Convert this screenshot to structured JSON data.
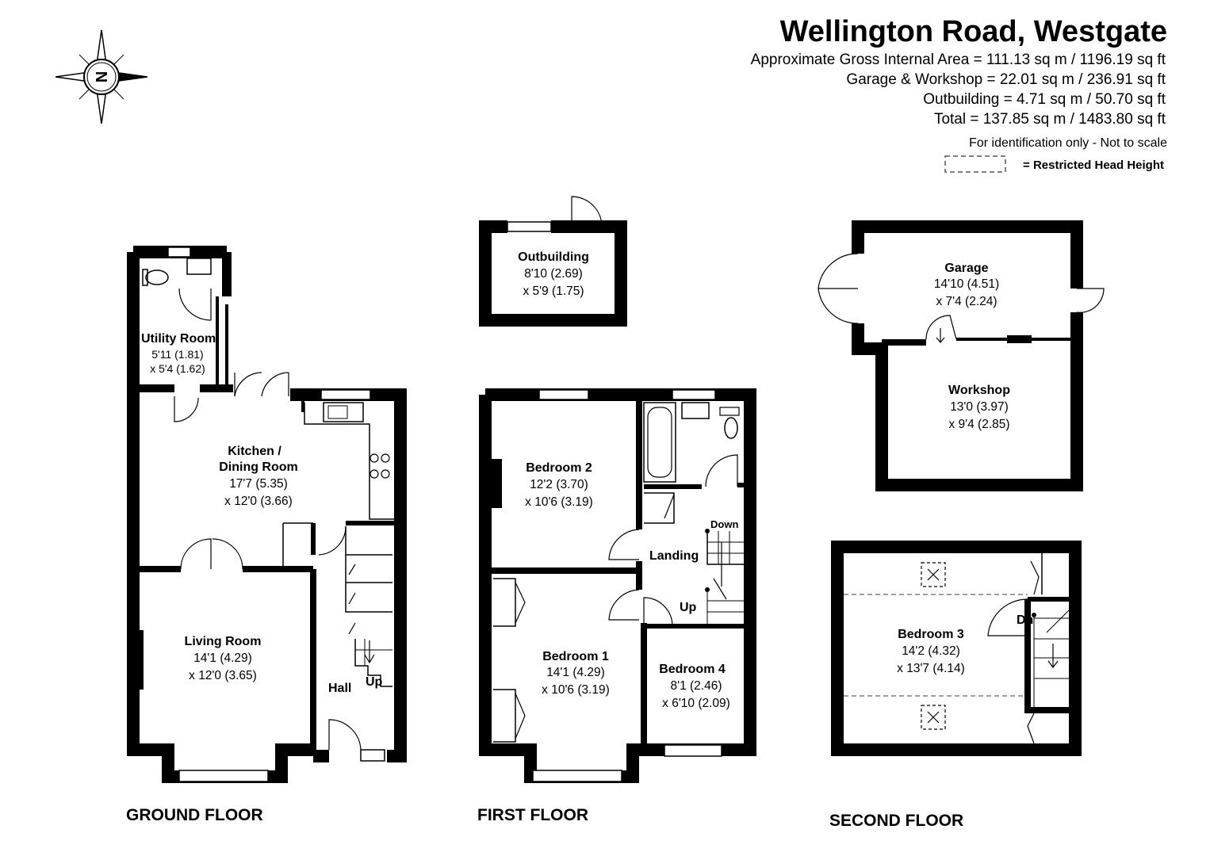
{
  "header": {
    "title": "Wellington Road, Westgate",
    "areas": [
      "Approximate Gross Internal Area = 111.13 sq m / 1196.19 sq ft",
      "Garage & Workshop = 22.01 sq m / 236.91 sq ft",
      "Outbuilding = 4.71 sq m / 50.70 sq ft",
      "Total = 137.85 sq m / 1483.80 sq ft"
    ],
    "disclaimer": "For identification only - Not to scale",
    "legend_label": "= Restricted Head Height"
  },
  "compass": {
    "letter": "N"
  },
  "floors": {
    "ground": "GROUND FLOOR",
    "first": "FIRST FLOOR",
    "second": "SECOND FLOOR"
  },
  "rooms": {
    "utility": {
      "name": "Utility Room",
      "dim1": "5'11 (1.81)",
      "dim2": "x 5'4 (1.62)"
    },
    "kitchen": {
      "name1": "Kitchen /",
      "name2": "Dining Room",
      "dim1": "17'7 (5.35)",
      "dim2": "x 12'0 (3.66)"
    },
    "living": {
      "name": "Living Room",
      "dim1": "14'1 (4.29)",
      "dim2": "x 12'0 (3.65)"
    },
    "hall": {
      "name": "Hall",
      "stairs": "Up"
    },
    "outbuilding": {
      "name": "Outbuilding",
      "dim1": "8'10 (2.69)",
      "dim2": "x 5'9 (1.75)"
    },
    "bedroom2": {
      "name": "Bedroom 2",
      "dim1": "12'2 (3.70)",
      "dim2": "x 10'6 (3.19)"
    },
    "bedroom1": {
      "name": "Bedroom 1",
      "dim1": "14'1 (4.29)",
      "dim2": "x 10'6 (3.19)"
    },
    "bedroom4": {
      "name": "Bedroom 4",
      "dim1": "8'1 (2.46)",
      "dim2": "x 6'10 (2.09)"
    },
    "landing": {
      "name": "Landing",
      "down": "Down",
      "up": "Up"
    },
    "garage": {
      "name": "Garage",
      "dim1": "14'10 (4.51)",
      "dim2": "x 7'4 (2.24)"
    },
    "workshop": {
      "name": "Workshop",
      "dim1": "13'0 (3.97)",
      "dim2": "x 9'4 (2.85)"
    },
    "bedroom3": {
      "name": "Bedroom 3",
      "dim1": "14'2 (4.32)",
      "dim2": "x 13'7 (4.14)",
      "stairs": "Dn"
    }
  }
}
